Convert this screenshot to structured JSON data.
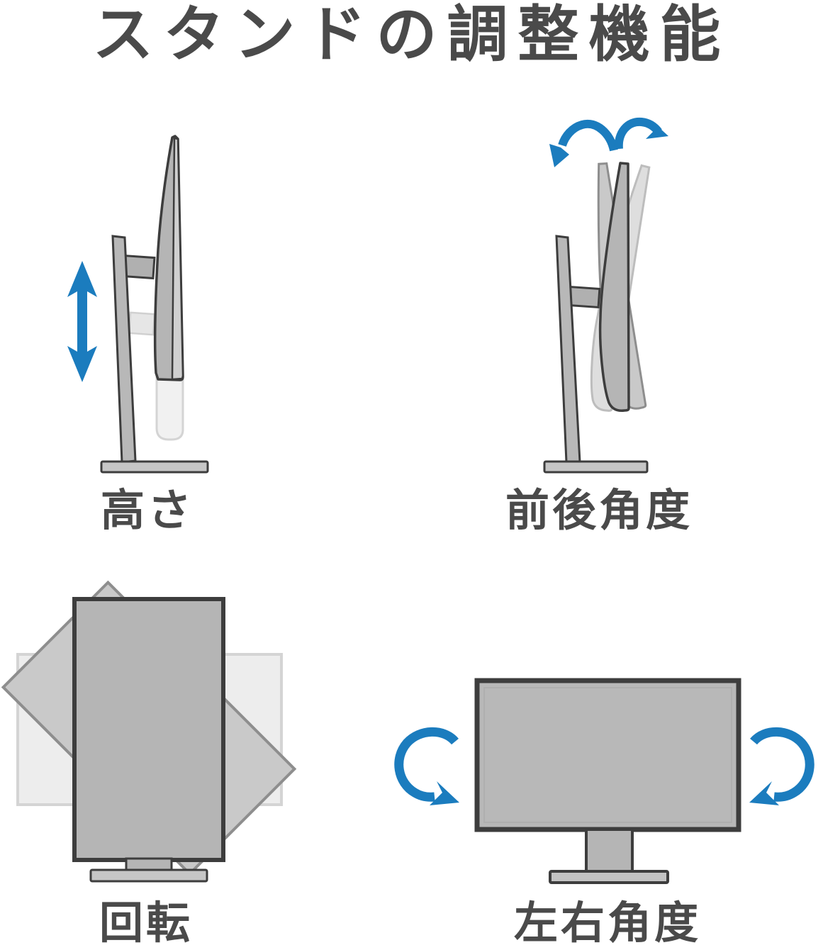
{
  "title": {
    "text": "スタンドの調整機能"
  },
  "features": [
    {
      "id": "height",
      "label": "高さ",
      "illustration": "monitor-side-view-with-vertical-double-arrow"
    },
    {
      "id": "tilt",
      "label": "前後角度",
      "illustration": "monitor-side-view-tilting-with-two-curved-arrows"
    },
    {
      "id": "pivot",
      "label": "回転",
      "illustration": "portrait-monitor-with-rotated-ghost-positions"
    },
    {
      "id": "swivel",
      "label": "左右角度",
      "illustration": "front-monitor-with-left-right-swivel-arrows"
    }
  ],
  "colors": {
    "text": "#4a4a4a",
    "accent_blue": "#1b7cbe",
    "monitor_fill": "#b5b5b5",
    "monitor_outline": "#3d3d3d",
    "mid_ghost_fill": "#c9c9c9",
    "mid_ghost_outline": "#8e8e8e",
    "light_ghost_fill": "#ededed",
    "light_ghost_outline": "#d4d4d4",
    "base_fill": "#c6c6c6",
    "column_fill": "#b8b8b8"
  }
}
